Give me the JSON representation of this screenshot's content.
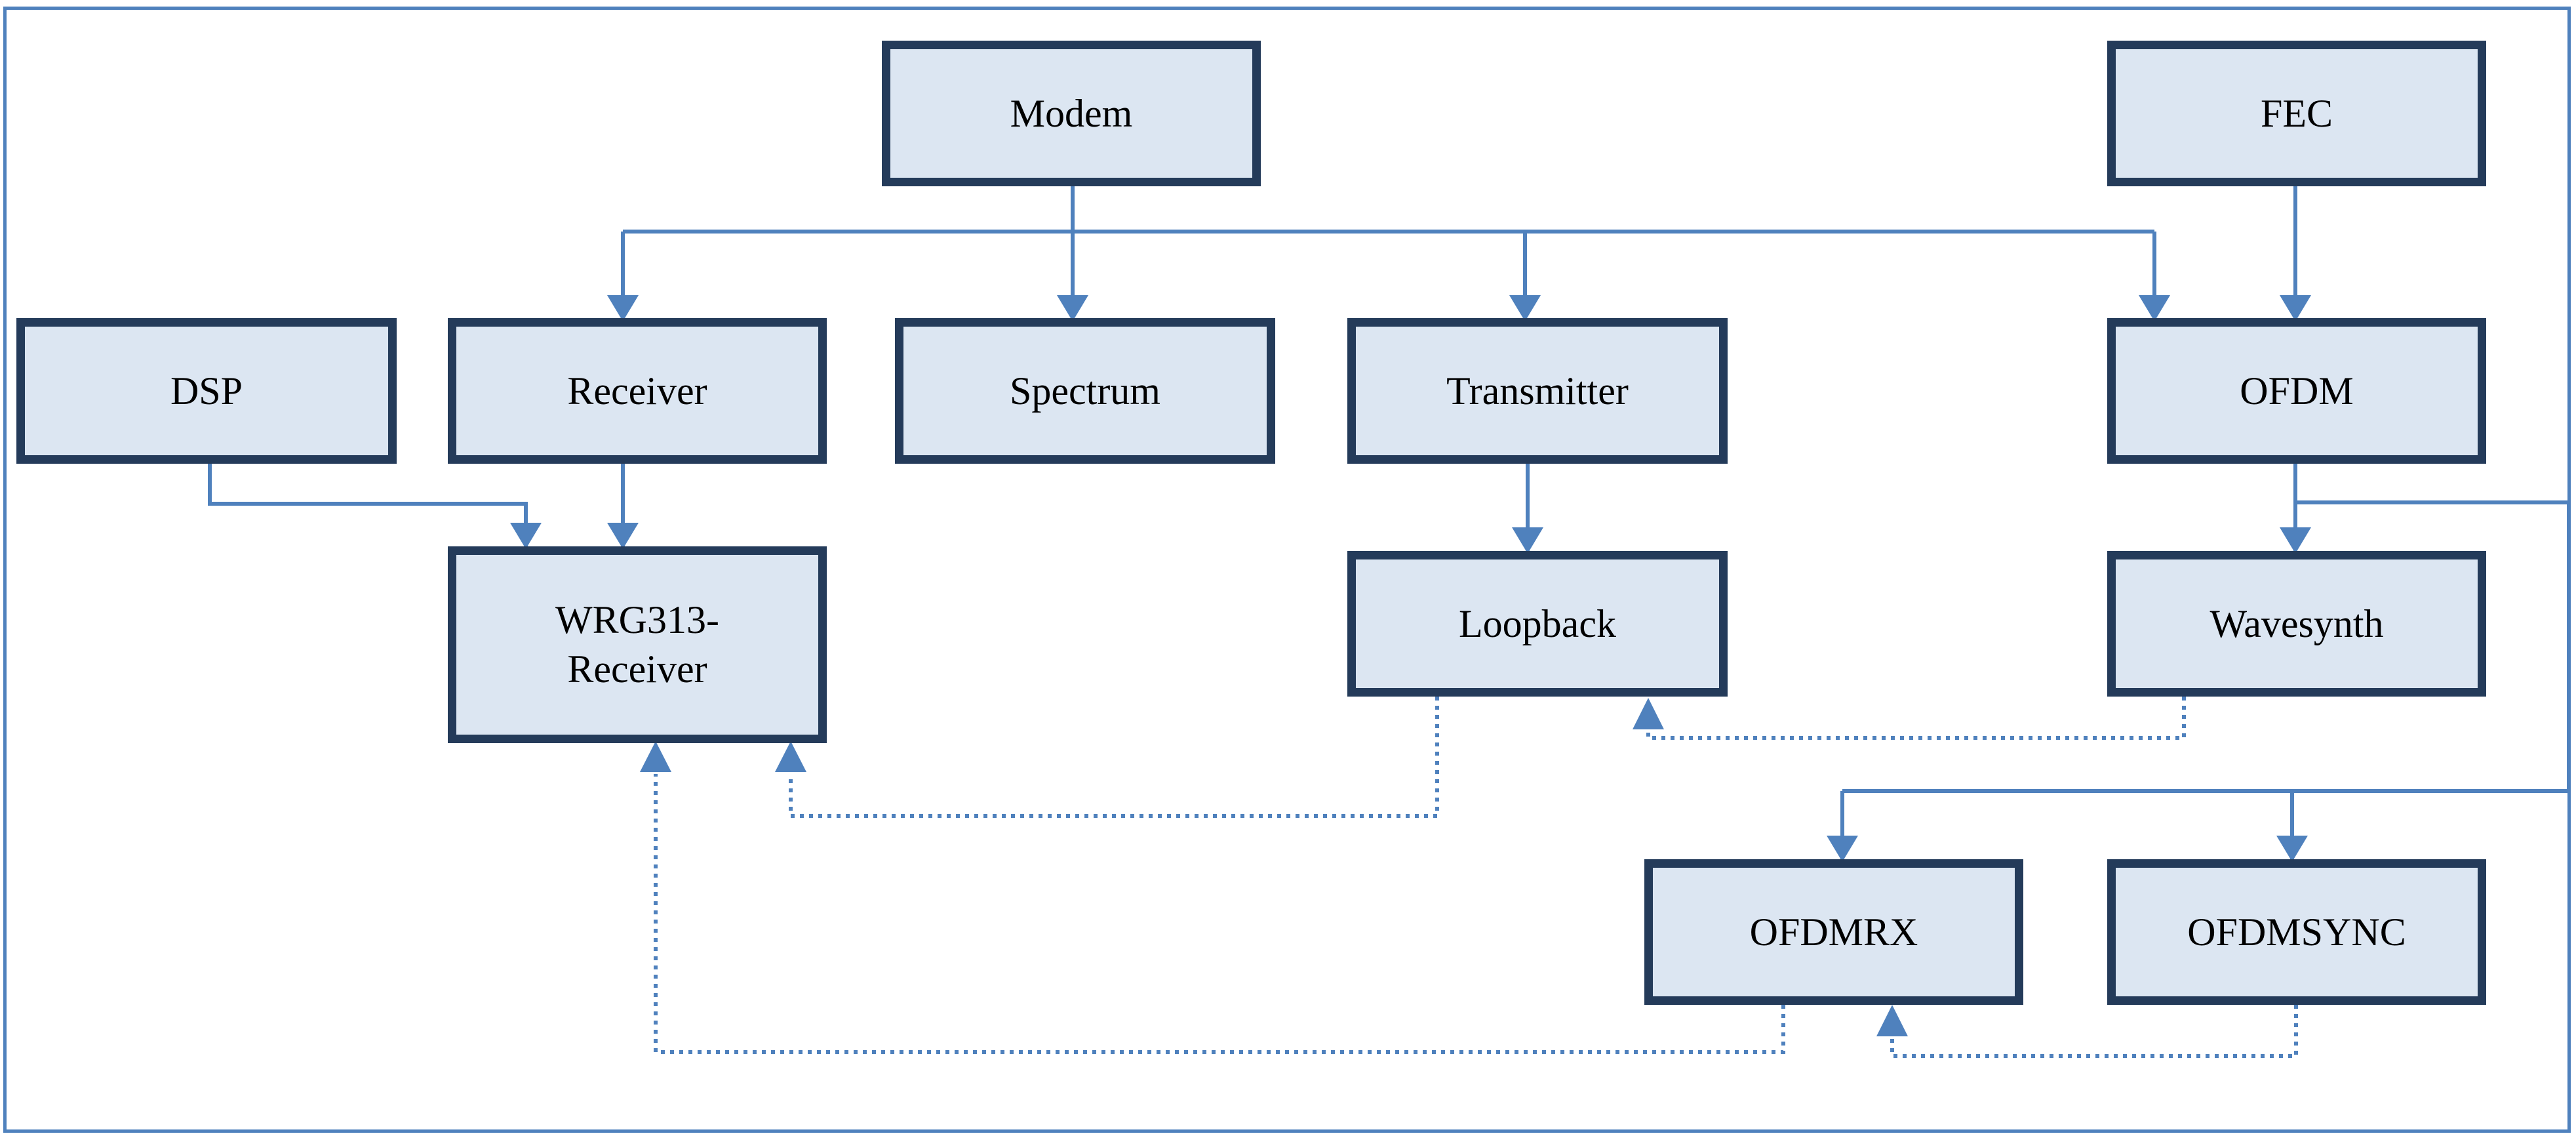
{
  "diagram": {
    "nodes": {
      "modem": "Modem",
      "fec": "FEC",
      "dsp": "DSP",
      "receiver": "Receiver",
      "spectrum": "Spectrum",
      "transmitter": "Transmitter",
      "ofdm": "OFDM",
      "wrg313": "WRG313-\nReceiver",
      "loopback": "Loopback",
      "wavesynth": "Wavesynth",
      "ofdmrx": "OFDMRX",
      "ofdmsync": "OFDMSYNC"
    },
    "colors": {
      "box_fill": "#dce6f2",
      "box_border": "#243b5a",
      "connector": "#4f81bd",
      "frame": "#4f81bd"
    }
  }
}
